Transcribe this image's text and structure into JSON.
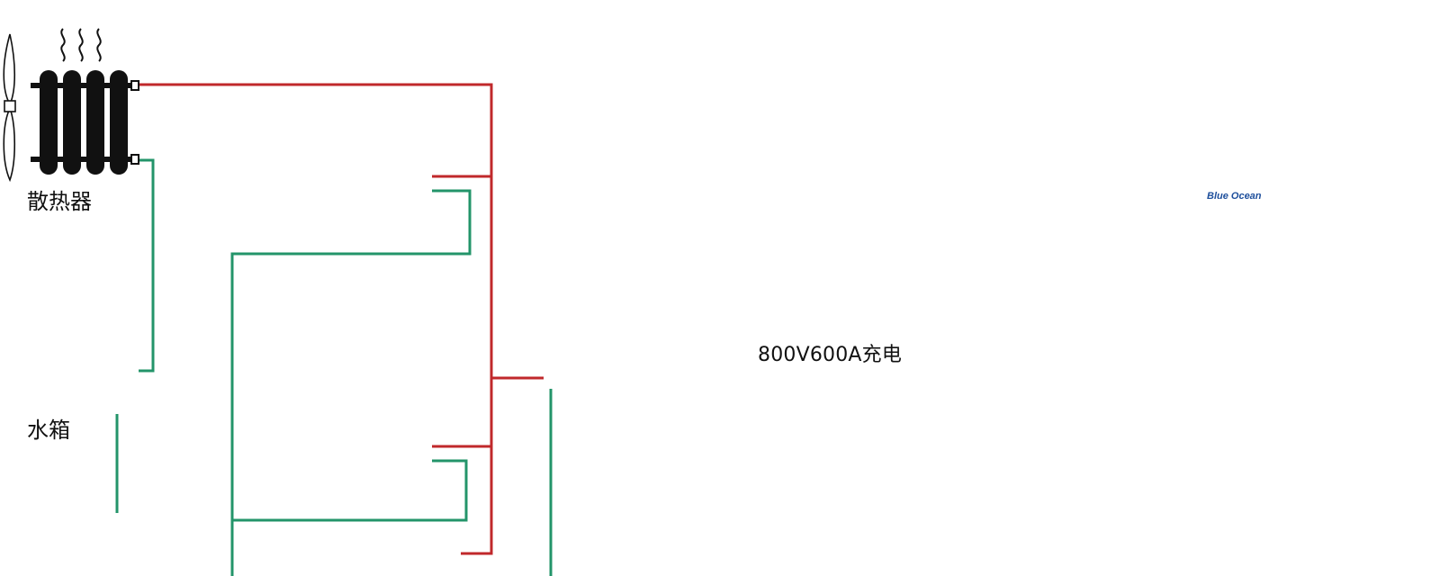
{
  "labels": {
    "radiator": "散热器",
    "water_tank": "水箱",
    "charging_spec": "800V600A充电",
    "brand": "Blue Ocean"
  },
  "colors": {
    "hot_line": "#c0282b",
    "cool_line": "#23946a",
    "ink": "#111111",
    "charger_body": "#f2f3f5",
    "charger_accent": "#24457f"
  },
  "icons": [
    "fan-icon",
    "heat-wave-icon",
    "radiator-icon",
    "water-tank-icon",
    "pump-icon",
    "battery-module-icon",
    "ellipsis-icon",
    "charging-gun-icon",
    "car-icon",
    "charging-station-icon"
  ]
}
